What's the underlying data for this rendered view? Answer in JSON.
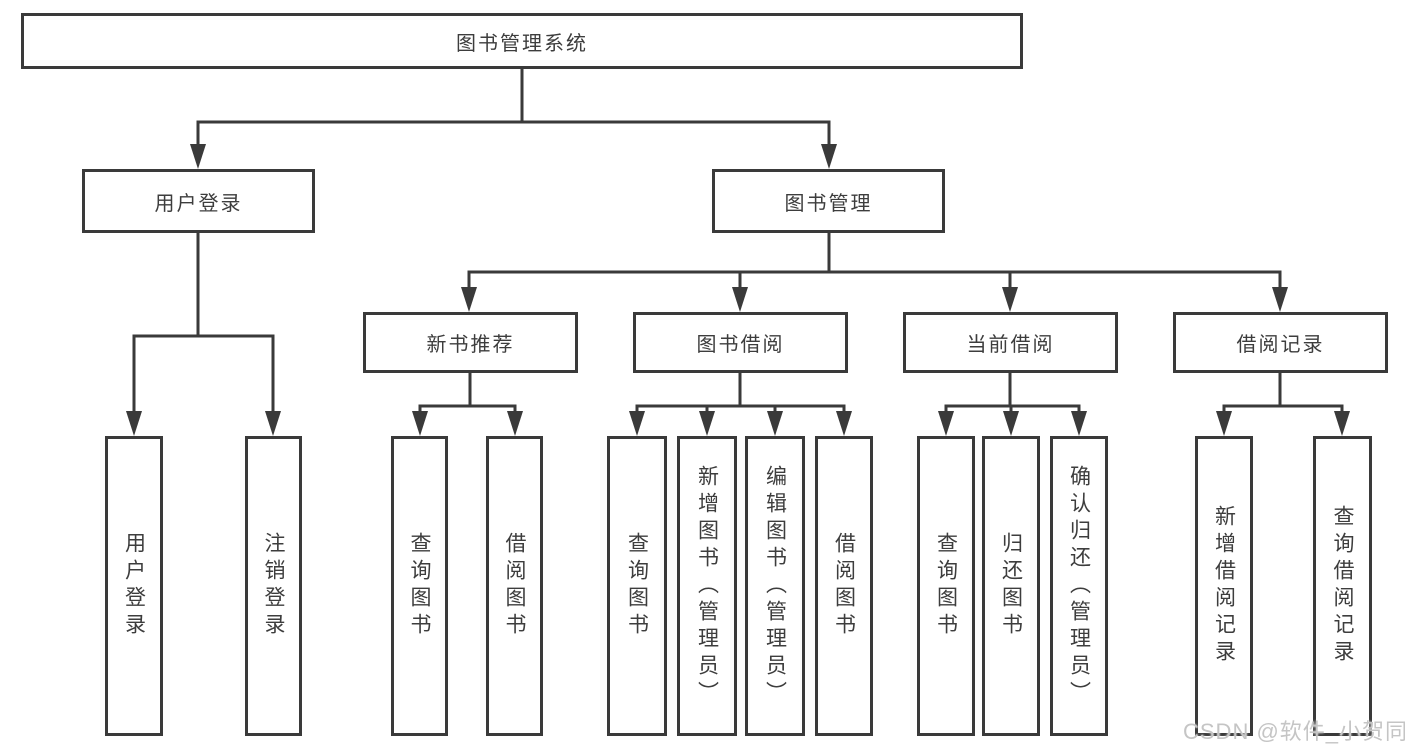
{
  "nodes": {
    "root": "图书管理系统",
    "user_login": "用户登录",
    "book_mgmt": "图书管理",
    "new_book_rec": "新书推荐",
    "book_borrow": "图书借阅",
    "current_borrow": "当前借阅",
    "borrow_records": "借阅记录",
    "leaf_user_login": "用户登录",
    "leaf_logout": "注销登录",
    "nbr_query_books": "查询图书",
    "nbr_borrow_books": "借阅图书",
    "bb_query_books": "查询图书",
    "bb_add_books": "新增图书（管理员）",
    "bb_edit_books": "编辑图书（管理员）",
    "bb_borrow_books": "借阅图书",
    "cb_query_books": "查询图书",
    "cb_return_books": "归还图书",
    "cb_confirm_return": "确认归还（管理员）",
    "br_add_record": "新增借阅记录",
    "br_query_record": "查询借阅记录"
  },
  "watermark": {
    "text": "CSDN @软件_小贺同学"
  },
  "colors": {
    "line": "#3A3A3A",
    "box_border": "#3A3A3A",
    "text": "#3D3D3D",
    "background": "#FFFFFF",
    "watermark": "#C5C5C5"
  }
}
